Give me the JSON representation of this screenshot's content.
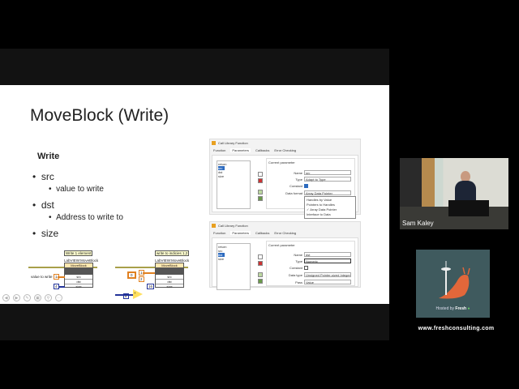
{
  "slide": {
    "title": "MoveBlock (Write)",
    "subtitle": "Write",
    "bullets": [
      {
        "label": "src",
        "sub": "value to write"
      },
      {
        "label": "dst",
        "sub": "Address to write to"
      },
      {
        "label": "size"
      }
    ],
    "dialog1": {
      "title": "Call Library Function",
      "tabs": [
        "Function",
        "Parameters",
        "Callbacks",
        "Error Checking"
      ],
      "params": [
        "return",
        "src",
        "dst",
        "size"
      ],
      "group": "Current parameter",
      "name_label": "Name",
      "name": "src",
      "type_label": "Type",
      "type": "Adapt to Type",
      "constant_label": "Constant",
      "constant_checked": true,
      "format_label": "Data format",
      "format": "Array Data Pointer",
      "format_options": [
        "Handles by Value",
        "Pointers to Handles",
        "Array Data Pointer",
        "Interface to Data"
      ],
      "format_selected": "Array Data Pointer"
    },
    "dialog2": {
      "title": "Call Library Function",
      "tabs": [
        "Function",
        "Parameters",
        "Callbacks",
        "Error Checking"
      ],
      "params": [
        "return",
        "src",
        "dst",
        "size"
      ],
      "group": "Current parameter",
      "name_label": "Name",
      "name": "dst",
      "type_label": "Type",
      "type": "Numeric",
      "constant_label": "Constant",
      "constant_checked": false,
      "datatype_label": "Data type",
      "datatype": "Unsigned Pointer-sized Integer",
      "pass_label": "Pass",
      "pass": "Value"
    },
    "diagram1": {
      "label": "Write 1 element",
      "lib": "LabVIEW:MoveBlock",
      "node": "MoveBlock",
      "terminals": [
        "src",
        "dst",
        "size"
      ],
      "input_label": "value to write",
      "input_const": "1",
      "size_const": "4"
    },
    "diagram2": {
      "label": "write to indicies 1,2",
      "lib": "LabVIEW:MoveBlock",
      "node": "MoveBlock",
      "terminals": [
        "src",
        "dst",
        "size"
      ],
      "array_const": "0",
      "values": [
        "1",
        "2"
      ],
      "size_const": "16",
      "num_const": "8",
      "op": "+"
    },
    "controls": [
      "◀",
      "▶",
      "✎",
      "▣",
      "⚲",
      "⋯"
    ]
  },
  "video": {
    "name": "Sam Kaley"
  },
  "sponsor": {
    "hosted_by": "Hosted by",
    "brand": "Fresh",
    "url": "www.freshconsulting.com",
    "bg": "#3f5a5e"
  }
}
